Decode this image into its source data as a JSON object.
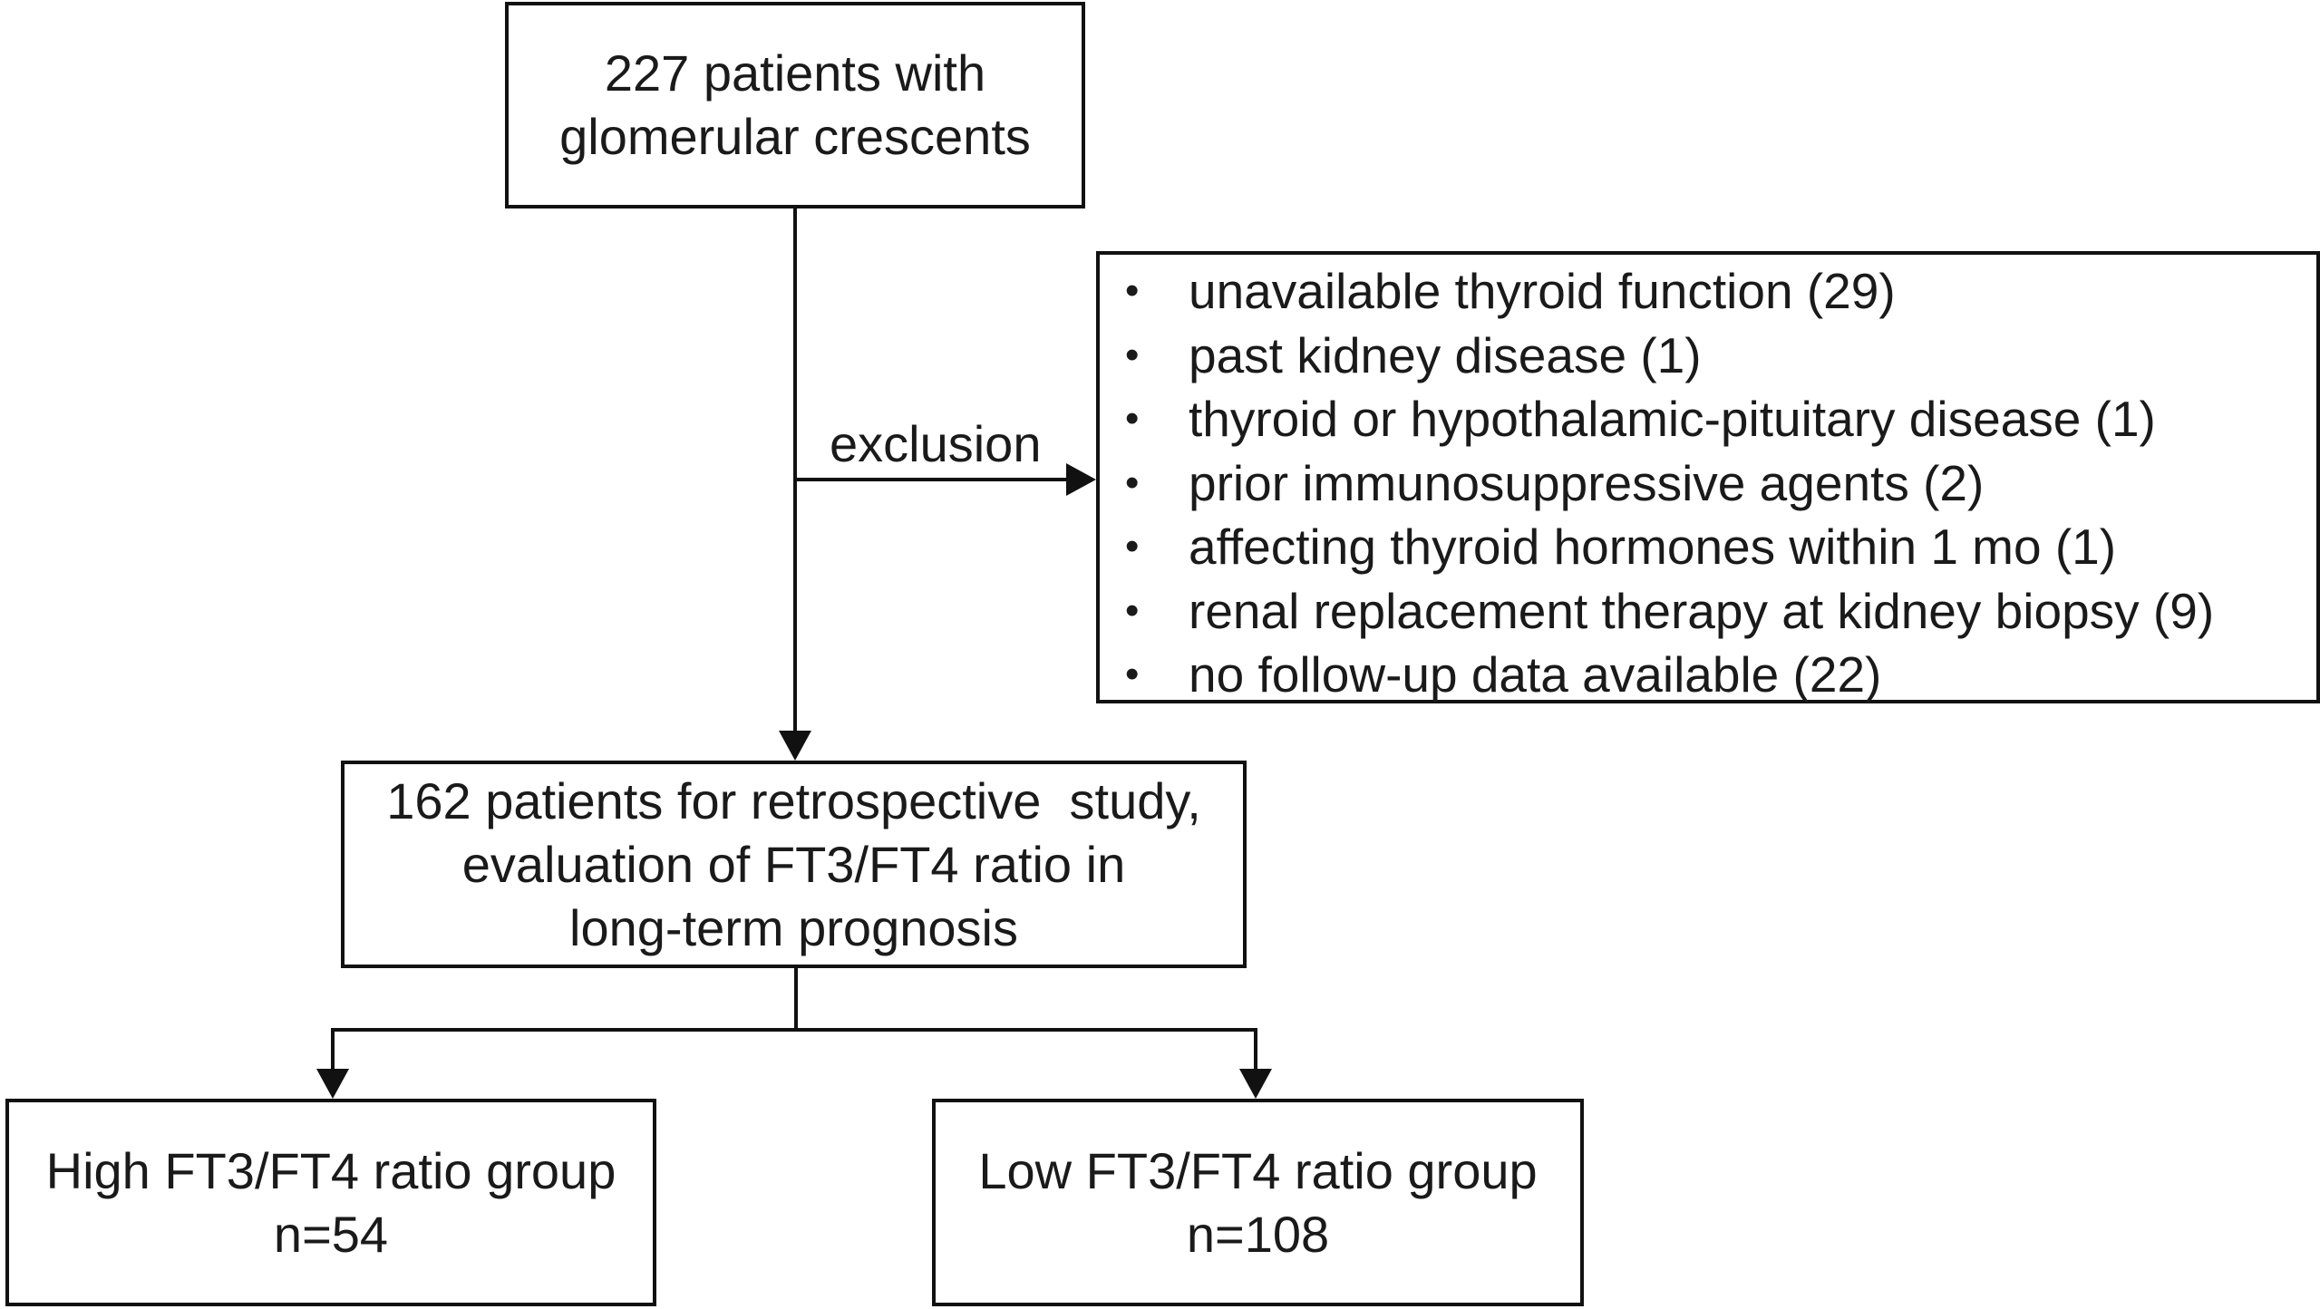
{
  "nodes": {
    "start": {
      "lines": [
        "227 patients with",
        "glomerular crescents"
      ]
    },
    "exclusion": {
      "label": "exclusion",
      "items": [
        "unavailable thyroid function (29)",
        "past kidney disease (1)",
        "thyroid or hypothalamic-pituitary disease (1)",
        "prior immunosuppressive agents (2)",
        "affecting thyroid hormones within 1 mo (1)",
        "renal replacement therapy at kidney biopsy (9)",
        "no follow-up data available (22)"
      ]
    },
    "study": {
      "lines": [
        "162 patients for retrospective  study,",
        "evaluation of FT3/FT4 ratio in",
        "long-term prognosis"
      ]
    },
    "high_group": {
      "lines": [
        "High FT3/FT4 ratio group",
        "n=54"
      ]
    },
    "low_group": {
      "lines": [
        "Low FT3/FT4 ratio group",
        "n=108"
      ]
    }
  },
  "edges": [
    {
      "from": "start",
      "to": "study"
    },
    {
      "from": "start",
      "to": "exclusion",
      "label": "exclusion"
    },
    {
      "from": "study",
      "to": "high_group"
    },
    {
      "from": "study",
      "to": "low_group"
    }
  ]
}
